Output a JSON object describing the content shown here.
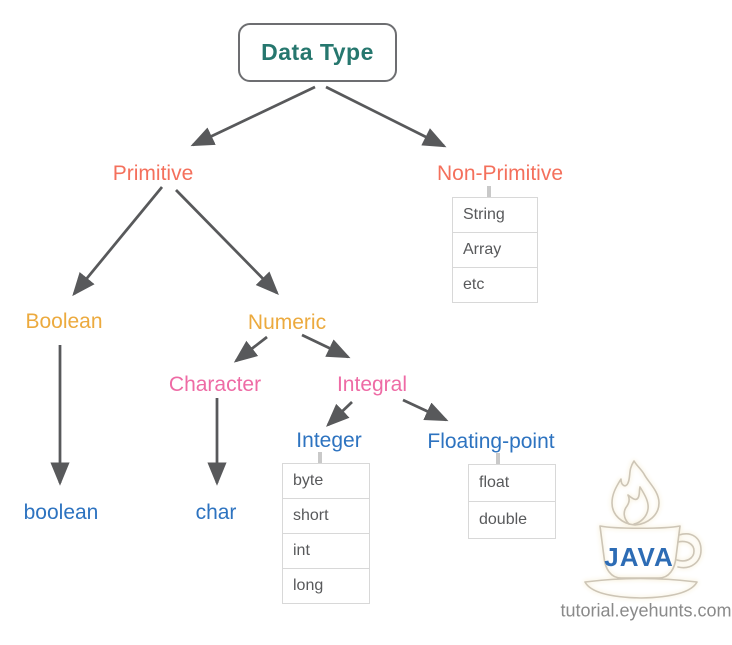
{
  "diagram": {
    "root": "Data Type",
    "nodes": {
      "primitive": "Primitive",
      "non_primitive": "Non-Primitive",
      "boolean_cat": "Boolean",
      "numeric": "Numeric",
      "character": "Character",
      "integral": "Integral",
      "integer": "Integer",
      "floating_point": "Floating-point",
      "boolean_type": "boolean",
      "char_type": "char"
    },
    "lists": {
      "non_primitive": [
        "String",
        "Array",
        "etc"
      ],
      "integer": [
        "byte",
        "short",
        "int",
        "long"
      ],
      "floating_point": [
        "float",
        "double"
      ]
    },
    "colors": {
      "root_text": "#26776e",
      "level1_text": "#f4705c",
      "level2_text": "#ecaa3e",
      "level3_text": "#ee6ba5",
      "level4_text": "#2d73c0",
      "arrow": "#58595b",
      "table_border": "#d8d8d8",
      "table_text": "#58595b"
    }
  },
  "branding": {
    "logo_text": "JAVA",
    "website": "tutorial.eyehunts.com"
  }
}
